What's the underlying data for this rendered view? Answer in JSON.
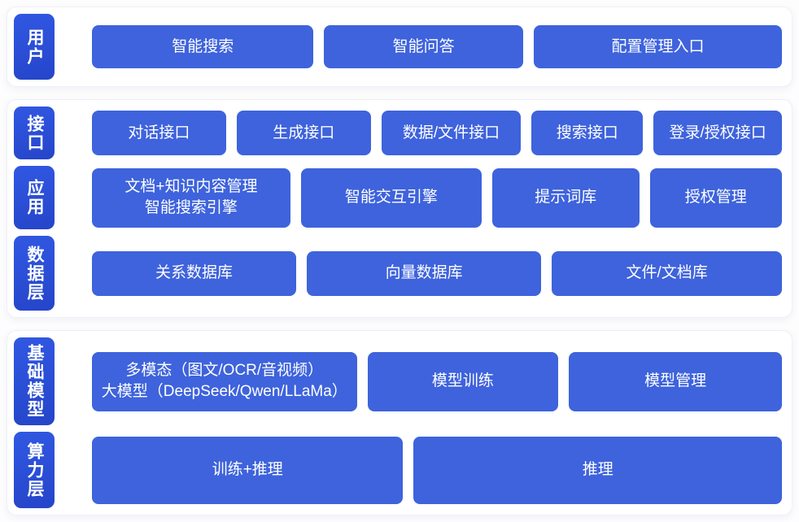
{
  "colors": {
    "node_blue": "#3e63dc",
    "tab_blue_top": "#3158e3",
    "tab_blue_bottom": "#2545c9",
    "card_background": "#ffffff",
    "card_border": "#edf0f7",
    "text": "#ffffff"
  },
  "sections": [
    {
      "tabs": [
        {
          "label": "用户"
        }
      ],
      "rows": [
        {
          "items": [
            {
              "label": "智能搜索"
            },
            {
              "label": "智能问答"
            },
            {
              "label": "配置管理入口"
            }
          ]
        }
      ]
    },
    {
      "tabs": [
        {
          "label": "接口"
        },
        {
          "label": "应用"
        },
        {
          "label": "数据层"
        }
      ],
      "rows": [
        {
          "items": [
            {
              "label": "对话接口"
            },
            {
              "label": "生成接口"
            },
            {
              "label": "数据/文件接口"
            },
            {
              "label": "搜索接口"
            },
            {
              "label": "登录/授权接口"
            }
          ]
        },
        {
          "items": [
            {
              "label": "文档+知识内容管理\n智能搜索引擎"
            },
            {
              "label": "智能交互引擎"
            },
            {
              "label": "提示词库"
            },
            {
              "label": "授权管理"
            }
          ]
        },
        {
          "items": [
            {
              "label": "关系数据库"
            },
            {
              "label": "向量数据库"
            },
            {
              "label": "文件/文档库"
            }
          ]
        }
      ]
    },
    {
      "tabs": [
        {
          "label": "基础模型"
        },
        {
          "label": "算力层"
        }
      ],
      "rows": [
        {
          "items": [
            {
              "label": "多模态（图文/OCR/音视频）\n大模型（DeepSeek/Qwen/LLaMa）"
            },
            {
              "label": "模型训练"
            },
            {
              "label": "模型管理"
            }
          ]
        },
        {
          "items": [
            {
              "label": "训练+推理"
            },
            {
              "label": "推理"
            }
          ]
        }
      ]
    }
  ]
}
